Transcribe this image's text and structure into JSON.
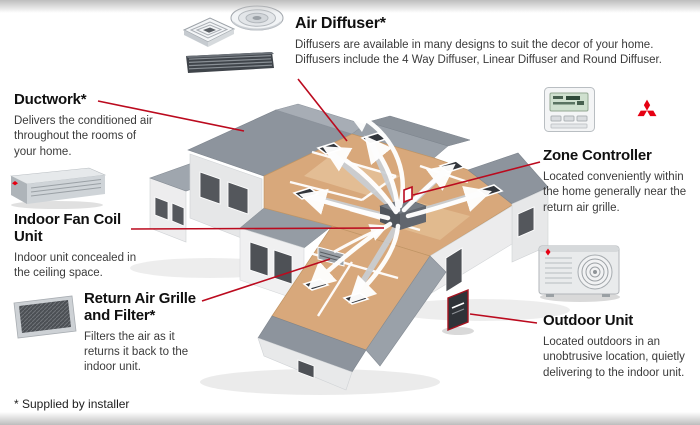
{
  "page": {
    "footnote": "* Supplied by installer"
  },
  "callouts": {
    "air_diffuser": {
      "title": "Air Diffuser*",
      "desc": "Diffusers are available in many designs to suit the decor of your home. Diffusers include the 4 Way Diffuser, Linear Diffuser and Round Diffuser."
    },
    "ductwork": {
      "title": "Ductwork*",
      "desc": "Delivers the conditioned air throughout the rooms of your home."
    },
    "indoor_fan_coil": {
      "title": "Indoor Fan Coil Unit",
      "desc": "Indoor unit concealed in the ceiling space."
    },
    "return_air": {
      "title": "Return Air Grille and Filter*",
      "desc": "Filters the air as it returns it back to the indoor unit."
    },
    "zone_controller": {
      "title": "Zone Controller",
      "desc": "Located conveniently within the home generally near the return air grille."
    },
    "outdoor_unit": {
      "title": "Outdoor Unit",
      "desc": "Located outdoors in an unobtrusive location, quietly delivering to the indoor unit."
    }
  },
  "icons": {
    "mitsubishi_logo": "three-red-diamonds"
  },
  "colors": {
    "leader_line": "#bb0a1e",
    "brand_red": "#e60012",
    "roof_gray": "#8d949d",
    "ceiling_tan": "#d8a87b",
    "wall_light": "#e7e8e9"
  }
}
